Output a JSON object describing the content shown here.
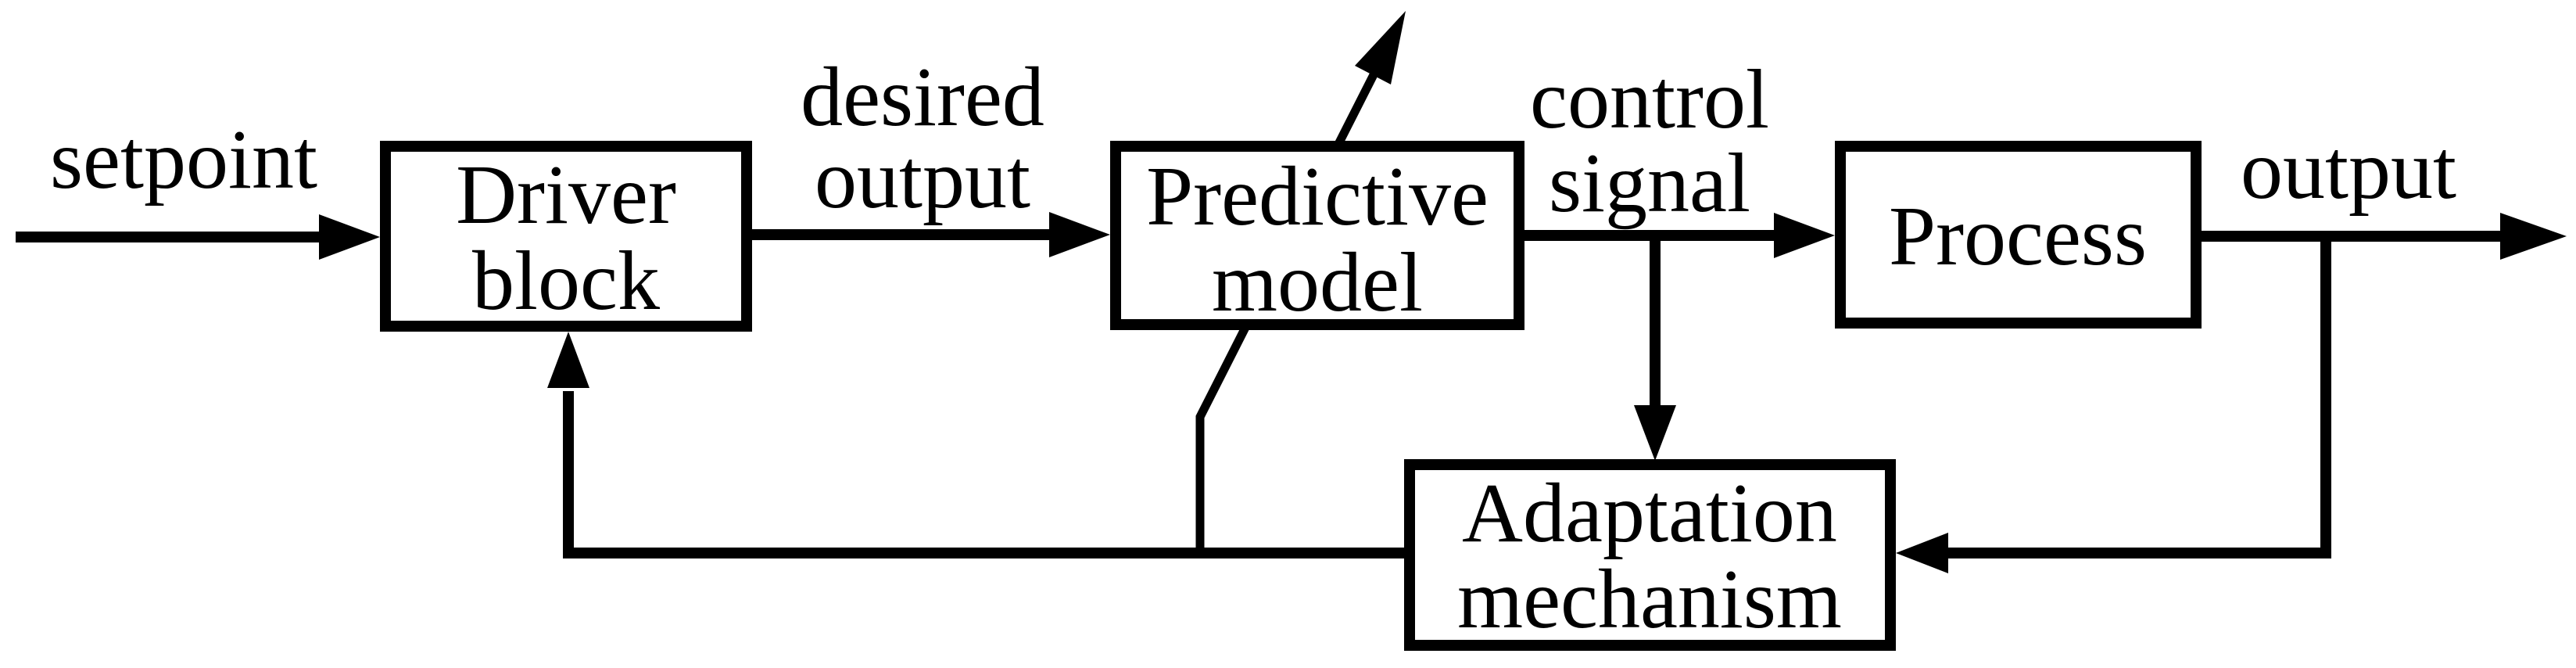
{
  "diagram": {
    "title_hint": "Adaptive predictive control block diagram",
    "background_color": "#ffffff",
    "line_color": "#000000",
    "boxes": {
      "driver": {
        "line1": "Driver",
        "line2": "block"
      },
      "predictive": {
        "line1": "Predictive",
        "line2": "model"
      },
      "process": {
        "line1": "Process"
      },
      "adaptation": {
        "line1": "Adaptation",
        "line2": "mechanism"
      }
    },
    "labels": {
      "setpoint": "setpoint",
      "desired_line1": "desired",
      "desired_line2": "output",
      "control_line1": "control",
      "control_line2": "signal",
      "output": "output"
    },
    "connections": [
      {
        "from": "external",
        "to": "Driver block",
        "label": "setpoint",
        "arrow": true
      },
      {
        "from": "Driver block",
        "to": "Predictive model",
        "label": "desired output",
        "arrow": true
      },
      {
        "from": "Predictive model",
        "to": "Process",
        "label": "control signal",
        "arrow": true
      },
      {
        "from": "Process",
        "to": "external",
        "label": "output",
        "arrow": true
      },
      {
        "from": "control signal line",
        "to": "Adaptation mechanism",
        "label": "",
        "arrow": true
      },
      {
        "from": "output line",
        "to": "Adaptation mechanism",
        "label": "",
        "arrow": true
      },
      {
        "from": "Adaptation mechanism",
        "to": "Driver block",
        "label": "",
        "arrow": true
      },
      {
        "from": "Adaptation mechanism",
        "to": "Predictive model (parameter adjust, diagonal through block)",
        "label": "",
        "arrow": true
      }
    ]
  }
}
